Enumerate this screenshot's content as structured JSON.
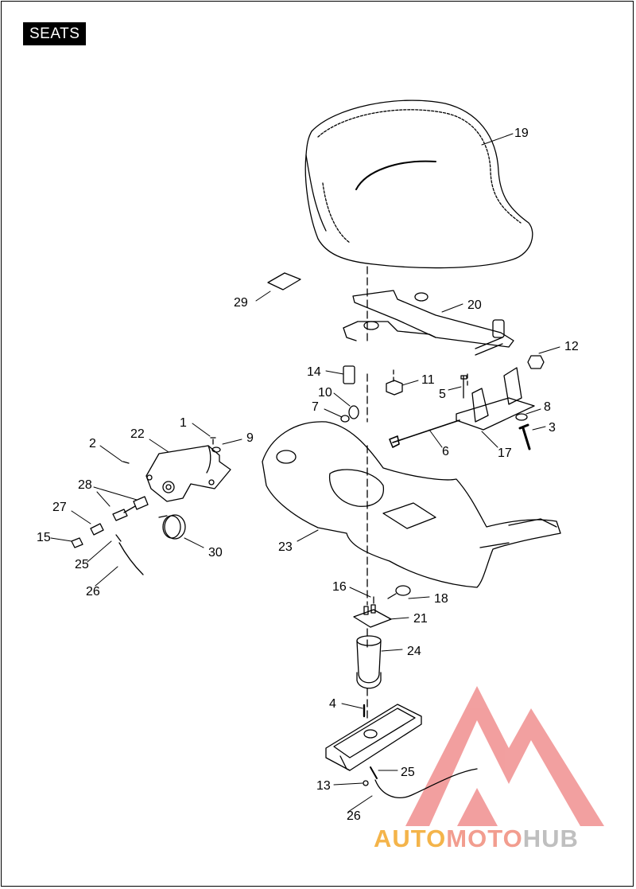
{
  "page": {
    "section_tag": "SEATS"
  },
  "callouts": {
    "c1": "1",
    "c2": "2",
    "c3": "3",
    "c4": "4",
    "c5": "5",
    "c6": "6",
    "c7": "7",
    "c8": "8",
    "c9": "9",
    "c10": "10",
    "c11": "11",
    "c12": "12",
    "c13": "13",
    "c14": "14",
    "c15": "15",
    "c16": "16",
    "c17": "17",
    "c18": "18",
    "c19": "19",
    "c20": "20",
    "c21": "21",
    "c22": "22",
    "c23": "23",
    "c24": "24",
    "c25a": "25",
    "c25b": "25",
    "c26a": "26",
    "c26b": "26",
    "c27": "27",
    "c28": "28",
    "c29": "29",
    "c30": "30"
  },
  "watermark": {
    "part1": "AUTO",
    "part2": "MOTO",
    "part3": "HUB",
    "colors": {
      "auto": "#f4b44a",
      "moto": "#f29d8f",
      "hub": "#bfbfbf",
      "logo": "#f08f8f"
    }
  }
}
